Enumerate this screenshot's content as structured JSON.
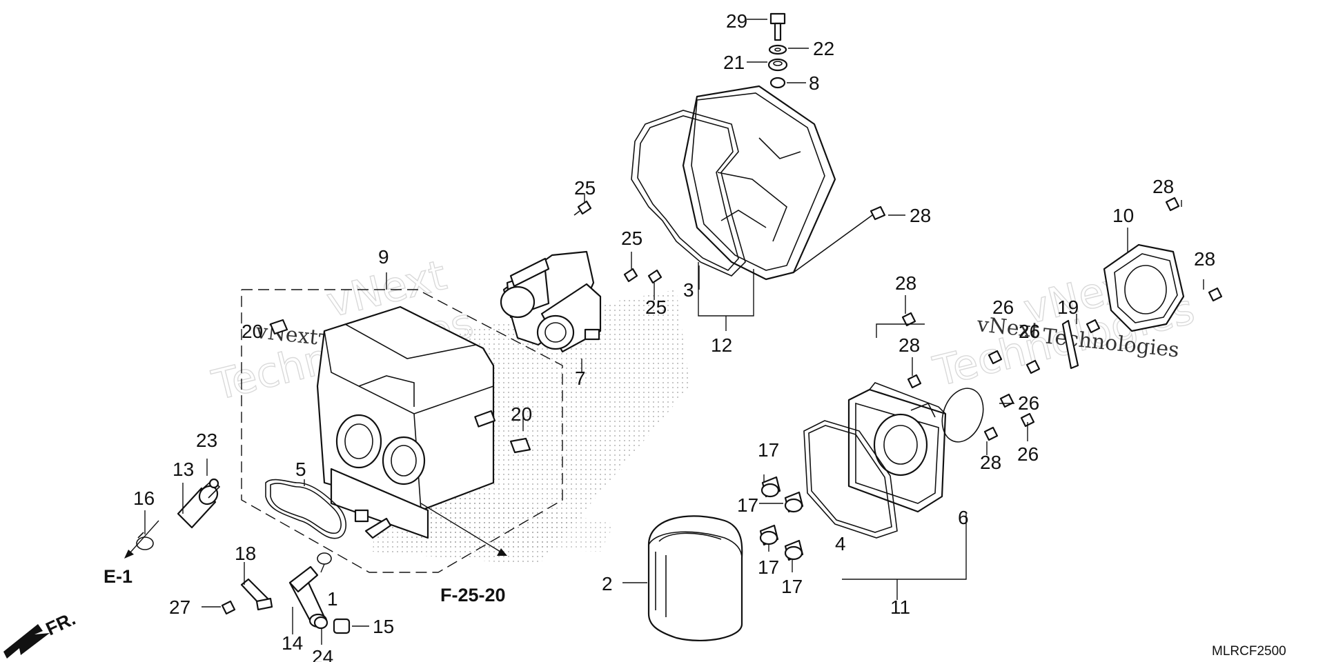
{
  "diagram": {
    "code": "MLRCF2500",
    "references": {
      "e1": "E-1",
      "f2520": "F-25-20",
      "fr": "FR."
    },
    "watermark": {
      "line1": "vNext",
      "line2": "Technologies"
    },
    "callouts": {
      "c1": "1",
      "c2": "2",
      "c3": "3",
      "c5": "5",
      "c6": "6",
      "c7": "7",
      "c8": "8",
      "c9": "9",
      "c10": "10",
      "c11": "11",
      "c12": "12",
      "c13": "13",
      "c14": "14",
      "c15": "15",
      "c16": "16",
      "c17a": "17",
      "c17b": "17",
      "c17c": "17",
      "c17d": "17",
      "c18": "18",
      "c19": "19",
      "c20a": "20",
      "c20b": "20",
      "c21": "21",
      "c22": "22",
      "c23": "23",
      "c24": "24",
      "c25a": "25",
      "c25b": "25",
      "c25c": "25",
      "c26a": "26",
      "c26b": "26",
      "c26c": "26",
      "c26d": "26",
      "c27": "27",
      "c28a": "28",
      "c28b": "28",
      "c28c": "28",
      "c28d": "28",
      "c28e": "28",
      "c28f": "28",
      "c29": "29",
      "c4": "4"
    }
  }
}
